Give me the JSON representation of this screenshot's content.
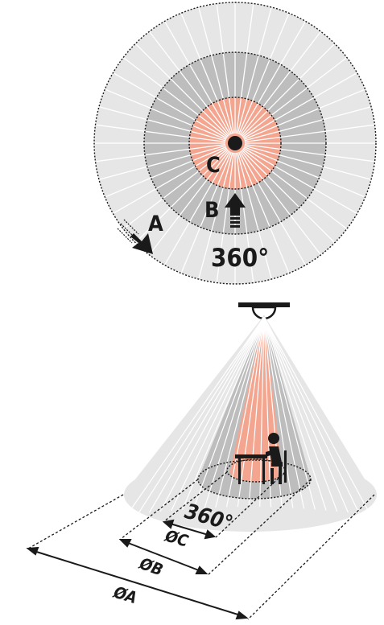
{
  "top_view": {
    "zone_a_label": "A",
    "zone_b_label": "B",
    "zone_c_label": "C",
    "angle_label": "360°"
  },
  "side_view": {
    "angle_label": "360°",
    "dim_c_label": "ØC",
    "dim_b_label": "ØB",
    "dim_a_label": "ØA"
  },
  "colors": {
    "zone_a": "#e6e6e6",
    "zone_b": "#bdbdbd",
    "zone_c": "#f4a58f",
    "ink": "#1a1a1a"
  }
}
